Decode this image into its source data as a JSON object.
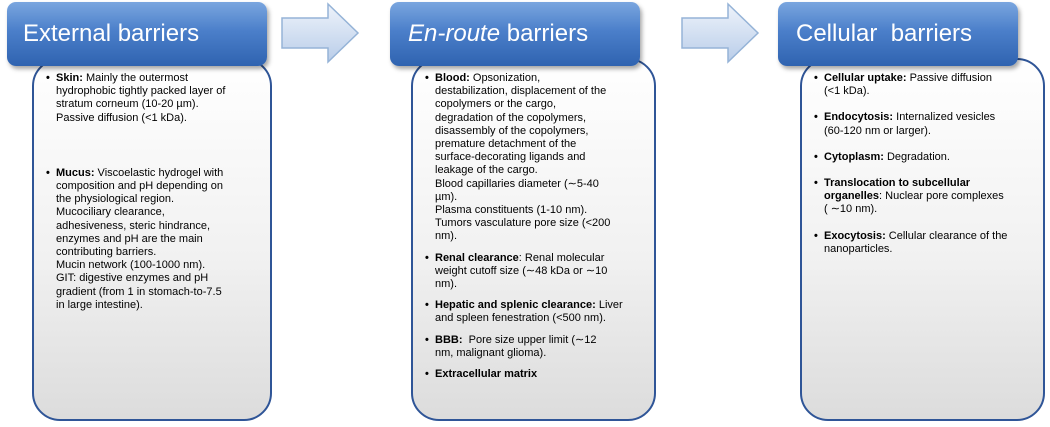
{
  "headers": {
    "external": "External barriers",
    "enroute_italic": "En-route",
    "enroute_rest": " barriers",
    "cellular": "Cellular  barriers"
  },
  "external_items": [
    {
      "term": "Skin:",
      "lines": [
        " Mainly the outermost",
        "hydrophobic tightly packed layer of",
        "stratum corneum (10-20 µm).",
        "Passive diffusion (<1 kDa)."
      ]
    },
    {
      "term": "Mucus:",
      "lines": [
        " Viscoelastic hydrogel with",
        "composition and pH depending on",
        "the physiological region.",
        "Mucociliary clearance,",
        "adhesiveness, steric hindrance,",
        "enzymes and pH are the main",
        "contributing barriers.",
        "Mucin network (100-1000 nm).",
        "GIT: digestive enzymes and pH",
        "gradient (from 1 in stomach-to-7.5",
        "in large intestine)."
      ]
    }
  ],
  "enroute_items": [
    {
      "term": "Blood:",
      "lines": [
        " Opsonization,",
        "destabilization, displacement of the",
        "copolymers or the cargo,",
        "degradation of the copolymers,",
        "disassembly of the copolymers,",
        "premature detachment of the",
        "surface-decorating ligands and",
        "leakage of the cargo.",
        "Blood capillaries diameter (∼5-40",
        "µm).",
        "Plasma constituents (1-10 nm).",
        "Tumors vasculature pore size (<200",
        "nm)."
      ]
    },
    {
      "term": "Renal clearance",
      "lines": [
        ": Renal molecular",
        "weight cutoff size (∼48 kDa or ∼10",
        "nm)."
      ]
    },
    {
      "term": "Hepatic and splenic clearance:",
      "lines": [
        " Liver",
        "and spleen fenestration (<500 nm)."
      ]
    },
    {
      "term": "BBB:",
      "lines": [
        "  Pore size upper limit (∼12",
        "nm, malignant glioma)."
      ]
    },
    {
      "term": "Extracellular matrix",
      "lines": [
        ""
      ]
    }
  ],
  "cellular_items": [
    {
      "term": "Cellular uptake:",
      "lines": [
        " Passive diffusion",
        "(<1 kDa)."
      ]
    },
    {
      "term": "Endocytosis:",
      "lines": [
        " Internalized vesicles",
        "(60-120 nm or larger)."
      ]
    },
    {
      "term": "Cytoplasm:",
      "lines": [
        " Degradation."
      ]
    },
    {
      "term2": [
        "Translocation to subcellular",
        "organelles"
      ],
      "lines": [
        ": Nuclear pore complexes",
        "( ∼10 nm)."
      ]
    },
    {
      "term": "Exocytosis:",
      "lines": [
        " Cellular clearance of the",
        "nanoparticles."
      ]
    }
  ]
}
